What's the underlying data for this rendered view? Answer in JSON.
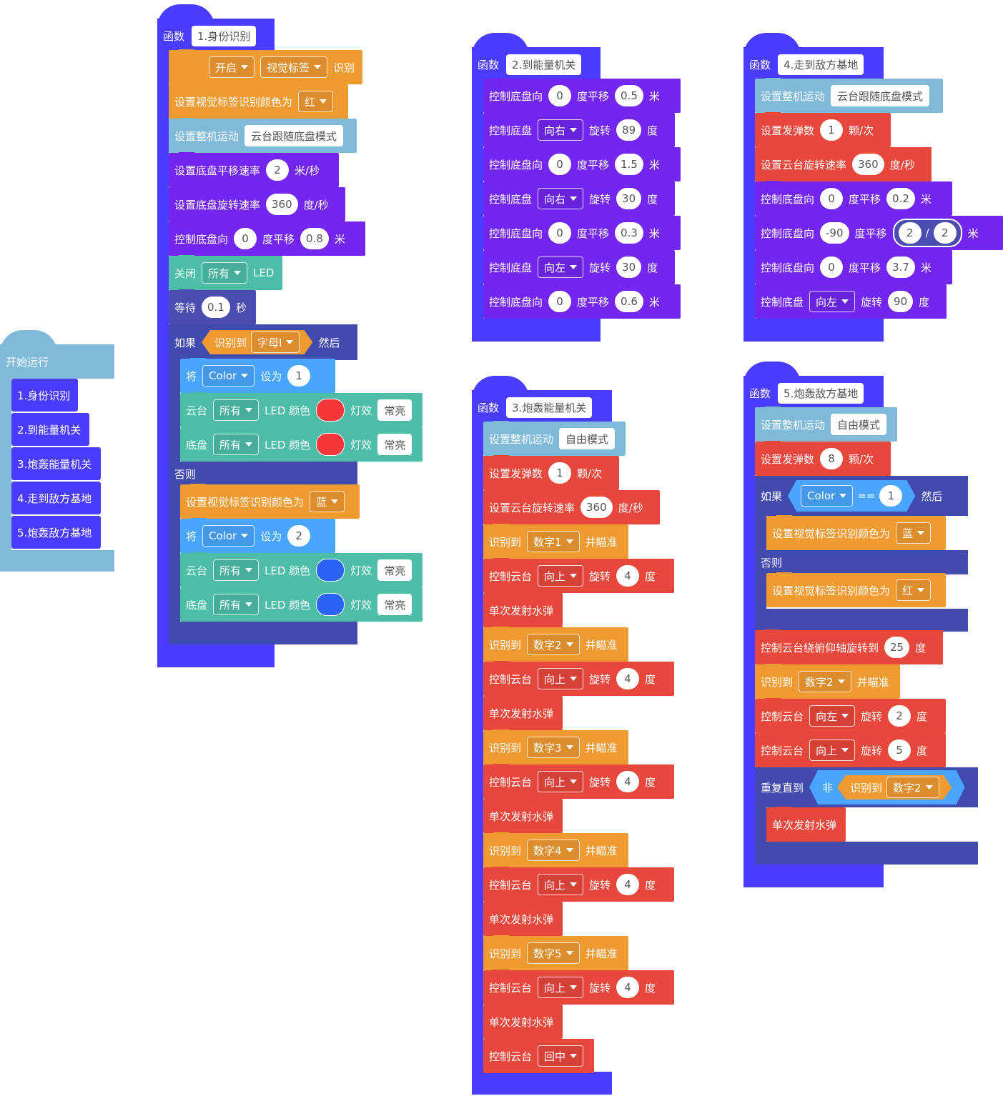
{
  "start": {
    "label": "开始运行",
    "calls": [
      "1.身份识别",
      "2.到能量机关",
      "3.炮轰能量机关",
      "4.走到敌方基地",
      "5.炮轰敌方基地"
    ]
  },
  "fn1": {
    "kw": "函数",
    "name": "1.身份识别",
    "open_label": "开启",
    "open_option": "视觉标签",
    "open_suffix": "识别",
    "set_color_label": "设置视觉标签识别颜色为",
    "set_color_value": "红",
    "motion_label": "设置整机运动",
    "motion_value": "云台跟随底盘模式",
    "trans_speed_label": "设置底盘平移速率",
    "trans_speed_value": "2",
    "trans_speed_unit": "米/秒",
    "rot_speed_label": "设置底盘旋转速率",
    "rot_speed_value": "360",
    "rot_speed_unit": "度/秒",
    "move_label": "控制底盘向",
    "move_angle": "0",
    "move_mid": "度平移",
    "move_dist": "0.8",
    "move_unit": "米",
    "close_label": "关闭",
    "close_option": "所有",
    "close_suffix": "LED",
    "wait_label": "等待",
    "wait_value": "0.1",
    "wait_unit": "秒",
    "if_label": "如果",
    "cond_label": "识别到",
    "cond_option": "字母I",
    "then_label": "然后",
    "then": {
      "set_label": "将",
      "var": "Color",
      "set_mid": "设为",
      "set_value": "1",
      "gimbal_label": "云台",
      "chassis_label": "底盘",
      "all_option": "所有",
      "led_color_label": "LED 颜色",
      "effect_label": "灯效",
      "effect_value": "常亮",
      "swatch_color": "#f5373a"
    },
    "else_label": "否则",
    "else": {
      "set_color_label": "设置视觉标签识别颜色为",
      "set_color_value": "蓝",
      "set_label": "将",
      "var": "Color",
      "set_mid": "设为",
      "set_value": "2",
      "gimbal_label": "云台",
      "chassis_label": "底盘",
      "all_option": "所有",
      "led_color_label": "LED 颜色",
      "effect_label": "灯效",
      "effect_value": "常亮",
      "swatch_color": "#2a63f5"
    }
  },
  "fn2": {
    "kw": "函数",
    "name": "2.到能量机关",
    "rows": [
      {
        "type": "move",
        "label": "控制底盘向",
        "angle": "0",
        "mid": "度平移",
        "dist": "0.5",
        "unit": "米"
      },
      {
        "type": "rot",
        "label": "控制底盘",
        "dir": "向右",
        "mid": "旋转",
        "deg": "89",
        "unit": "度"
      },
      {
        "type": "move",
        "label": "控制底盘向",
        "angle": "0",
        "mid": "度平移",
        "dist": "1.5",
        "unit": "米"
      },
      {
        "type": "rot",
        "label": "控制底盘",
        "dir": "向右",
        "mid": "旋转",
        "deg": "30",
        "unit": "度"
      },
      {
        "type": "move",
        "label": "控制底盘向",
        "angle": "0",
        "mid": "度平移",
        "dist": "0.3",
        "unit": "米"
      },
      {
        "type": "rot",
        "label": "控制底盘",
        "dir": "向左",
        "mid": "旋转",
        "deg": "30",
        "unit": "度"
      },
      {
        "type": "move",
        "label": "控制底盘向",
        "angle": "0",
        "mid": "度平移",
        "dist": "0.6",
        "unit": "米"
      }
    ]
  },
  "fn3": {
    "kw": "函数",
    "name": "3.炮轰能量机关",
    "motion_label": "设置整机运动",
    "motion_value": "自由模式",
    "shots_label": "设置发弹数",
    "shots_value": "1",
    "shots_unit": "颗/次",
    "gspeed_label": "设置云台旋转速率",
    "gspeed_value": "360",
    "gspeed_unit": "度/秒",
    "detect_label": "识别到",
    "detect_suffix": "并瞄准",
    "gimbal_label": "控制云台",
    "rotate_label": "旋转",
    "deg_unit": "度",
    "fire_label": "单次发射水弹",
    "seq": [
      {
        "target": "数字1",
        "dir": "向上",
        "deg": "4"
      },
      {
        "target": "数字2",
        "dir": "向上",
        "deg": "4"
      },
      {
        "target": "数字3",
        "dir": "向上",
        "deg": "4"
      },
      {
        "target": "数字4",
        "dir": "向上",
        "deg": "4"
      },
      {
        "target": "数字5",
        "dir": "向上",
        "deg": "4"
      }
    ],
    "center_label": "控制云台",
    "center_value": "回中"
  },
  "fn4": {
    "kw": "函数",
    "name": "4.走到敌方基地",
    "motion_label": "设置整机运动",
    "motion_value": "云台跟随底盘模式",
    "shots_label": "设置发弹数",
    "shots_value": "1",
    "shots_unit": "颗/次",
    "gspeed_label": "设置云台旋转速率",
    "gspeed_value": "360",
    "gspeed_unit": "度/秒",
    "move1": {
      "label": "控制底盘向",
      "angle": "0",
      "mid": "度平移",
      "dist": "0.2",
      "unit": "米"
    },
    "move2": {
      "label": "控制底盘向",
      "angle": "-90",
      "mid": "度平移",
      "num": "2",
      "op": "/",
      "den": "2",
      "unit": "米"
    },
    "move3": {
      "label": "控制底盘向",
      "angle": "0",
      "mid": "度平移",
      "dist": "3.7",
      "unit": "米"
    },
    "rot": {
      "label": "控制底盘",
      "dir": "向左",
      "mid": "旋转",
      "deg": "90",
      "unit": "度"
    }
  },
  "fn5": {
    "kw": "函数",
    "name": "5.炮轰敌方基地",
    "motion_label": "设置整机运动",
    "motion_value": "自由模式",
    "shots_label": "设置发弹数",
    "shots_value": "8",
    "shots_unit": "颗/次",
    "if_label": "如果",
    "var": "Color",
    "op": "==",
    "cmp_value": "1",
    "then_label": "然后",
    "then_color_label": "设置视觉标签识别颜色为",
    "then_color_value": "蓝",
    "else_label": "否则",
    "else_color_label": "设置视觉标签识别颜色为",
    "else_color_value": "红",
    "pitch_label": "控制云台绕俯仰轴旋转到",
    "pitch_value": "25",
    "pitch_unit": "度",
    "detect_label": "识别到",
    "detect_target": "数字2",
    "detect_suffix": "并瞄准",
    "gimbal_label": "控制云台",
    "rot1_dir": "向左",
    "rot1_deg": "2",
    "rot2_dir": "向上",
    "rot2_deg": "5",
    "rotate_label": "旋转",
    "deg_unit": "度",
    "repeat_label": "重复直到",
    "not_label": "非",
    "repeat_cond_label": "识别到",
    "repeat_cond_target": "数字2",
    "fire_label": "单次发射水弹"
  }
}
